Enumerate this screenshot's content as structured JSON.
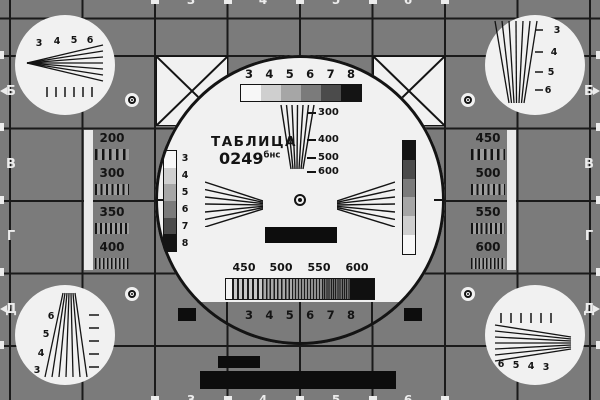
{
  "colors": {
    "field_gray": "#7b7b7b",
    "line_black": "#141414",
    "card_white": "#f1f1f1"
  },
  "edges": {
    "row_letters_left": [
      "Б",
      "В",
      "Г",
      "Д"
    ],
    "row_letters_right": [
      "Б",
      "В",
      "Г",
      "Д"
    ],
    "top_col_digits": [
      "3",
      "4",
      "5",
      "6"
    ],
    "bottom_col_digits": [
      "3",
      "4",
      "5",
      "6"
    ]
  },
  "corners": {
    "tl": [
      "3",
      "4",
      "5",
      "6"
    ],
    "tr": [
      "3",
      "4",
      "5",
      "6"
    ],
    "bl": [
      "6",
      "5",
      "4",
      "3"
    ],
    "br": [
      "6",
      "5",
      "4",
      "3"
    ]
  },
  "panels": {
    "left": [
      "200",
      "300",
      "350",
      "400"
    ],
    "right": [
      "450",
      "500",
      "550",
      "600"
    ]
  },
  "circle": {
    "title": "ТАБЛИЦА",
    "code": "0249",
    "code_sup": "бнс",
    "top_numbers": [
      "3",
      "4",
      "5",
      "6",
      "7",
      "8"
    ],
    "bottom_numbers": [
      "3",
      "4",
      "5",
      "6",
      "7",
      "8"
    ],
    "left_strip_numbers": [
      "3",
      "4",
      "5",
      "6",
      "7",
      "8"
    ],
    "wedge_labels": [
      "300",
      "400",
      "500",
      "600"
    ],
    "burst_labels": [
      "450",
      "500",
      "550",
      "600"
    ]
  }
}
